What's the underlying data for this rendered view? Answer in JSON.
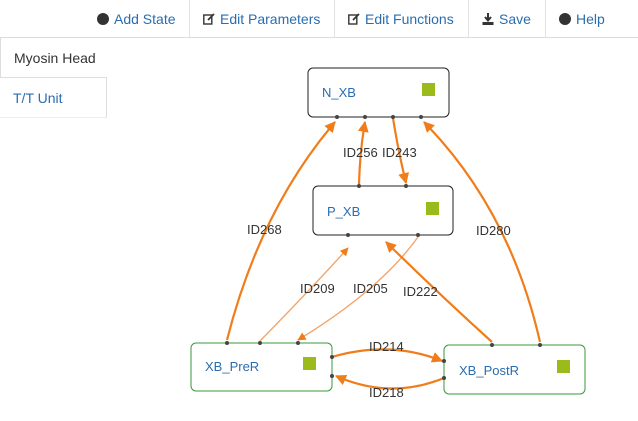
{
  "toolbar": {
    "add_state": "Add State",
    "edit_parameters": "Edit Parameters",
    "edit_functions": "Edit Functions",
    "save": "Save",
    "help": "Help"
  },
  "tabs": [
    {
      "label": "Myosin Head",
      "active": true
    },
    {
      "label": "T/T Unit",
      "active": false
    }
  ],
  "states": {
    "n_xb": "N_XB",
    "p_xb": "P_XB",
    "xb_prer": "XB_PreR",
    "xb_postr": "XB_PostR"
  },
  "transitions": {
    "id256": "ID256",
    "id243": "ID243",
    "id268": "ID268",
    "id280": "ID280",
    "id209": "ID209",
    "id205": "ID205",
    "id222": "ID222",
    "id214": "ID214",
    "id218": "ID218"
  },
  "colors": {
    "arrow": "#f07d1a",
    "arrow_light": "#f4a56a",
    "state_marker": "#9bbb1c",
    "link": "#2a6db0"
  }
}
